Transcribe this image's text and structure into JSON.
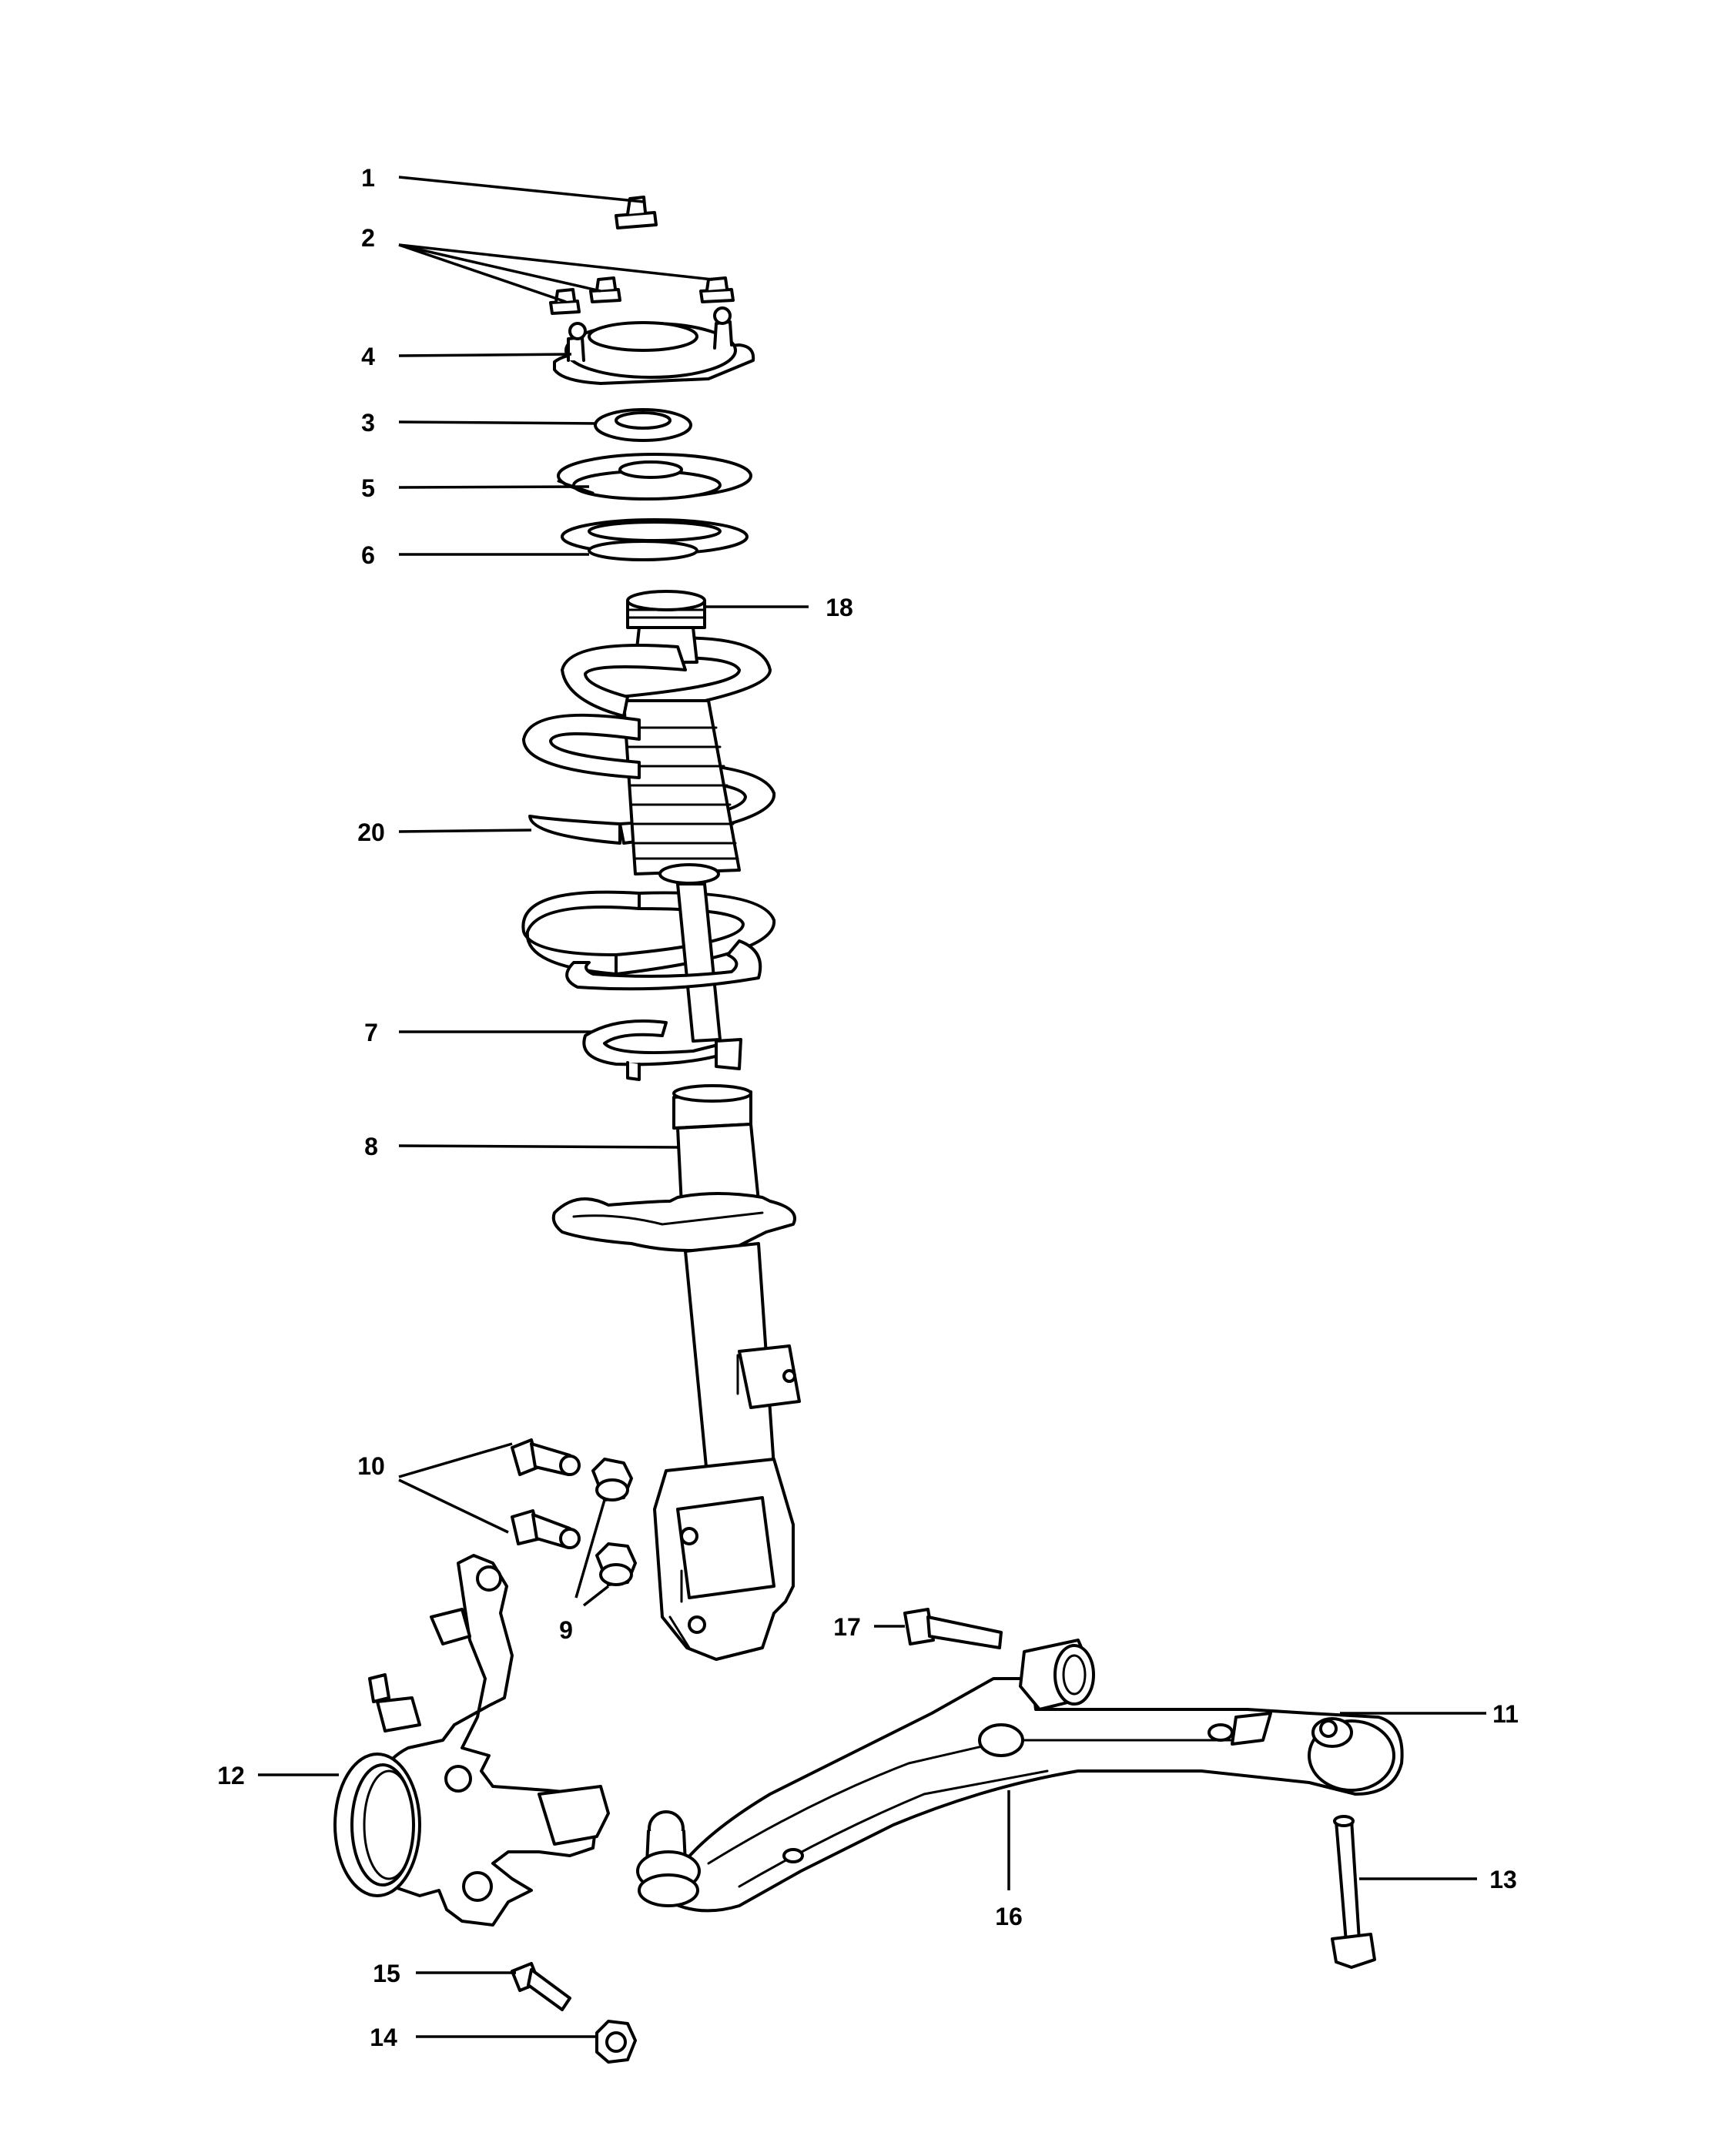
{
  "callouts": [
    {
      "id": "1",
      "label": "1"
    },
    {
      "id": "2",
      "label": "2"
    },
    {
      "id": "3",
      "label": "3"
    },
    {
      "id": "4",
      "label": "4"
    },
    {
      "id": "5",
      "label": "5"
    },
    {
      "id": "6",
      "label": "6"
    },
    {
      "id": "7",
      "label": "7"
    },
    {
      "id": "8",
      "label": "8"
    },
    {
      "id": "9",
      "label": "9"
    },
    {
      "id": "10",
      "label": "10"
    },
    {
      "id": "11",
      "label": "11"
    },
    {
      "id": "12",
      "label": "12"
    },
    {
      "id": "13",
      "label": "13"
    },
    {
      "id": "14",
      "label": "14"
    },
    {
      "id": "15",
      "label": "15"
    },
    {
      "id": "16",
      "label": "16"
    },
    {
      "id": "17",
      "label": "17"
    },
    {
      "id": "18",
      "label": "18"
    },
    {
      "id": "20",
      "label": "20"
    }
  ]
}
